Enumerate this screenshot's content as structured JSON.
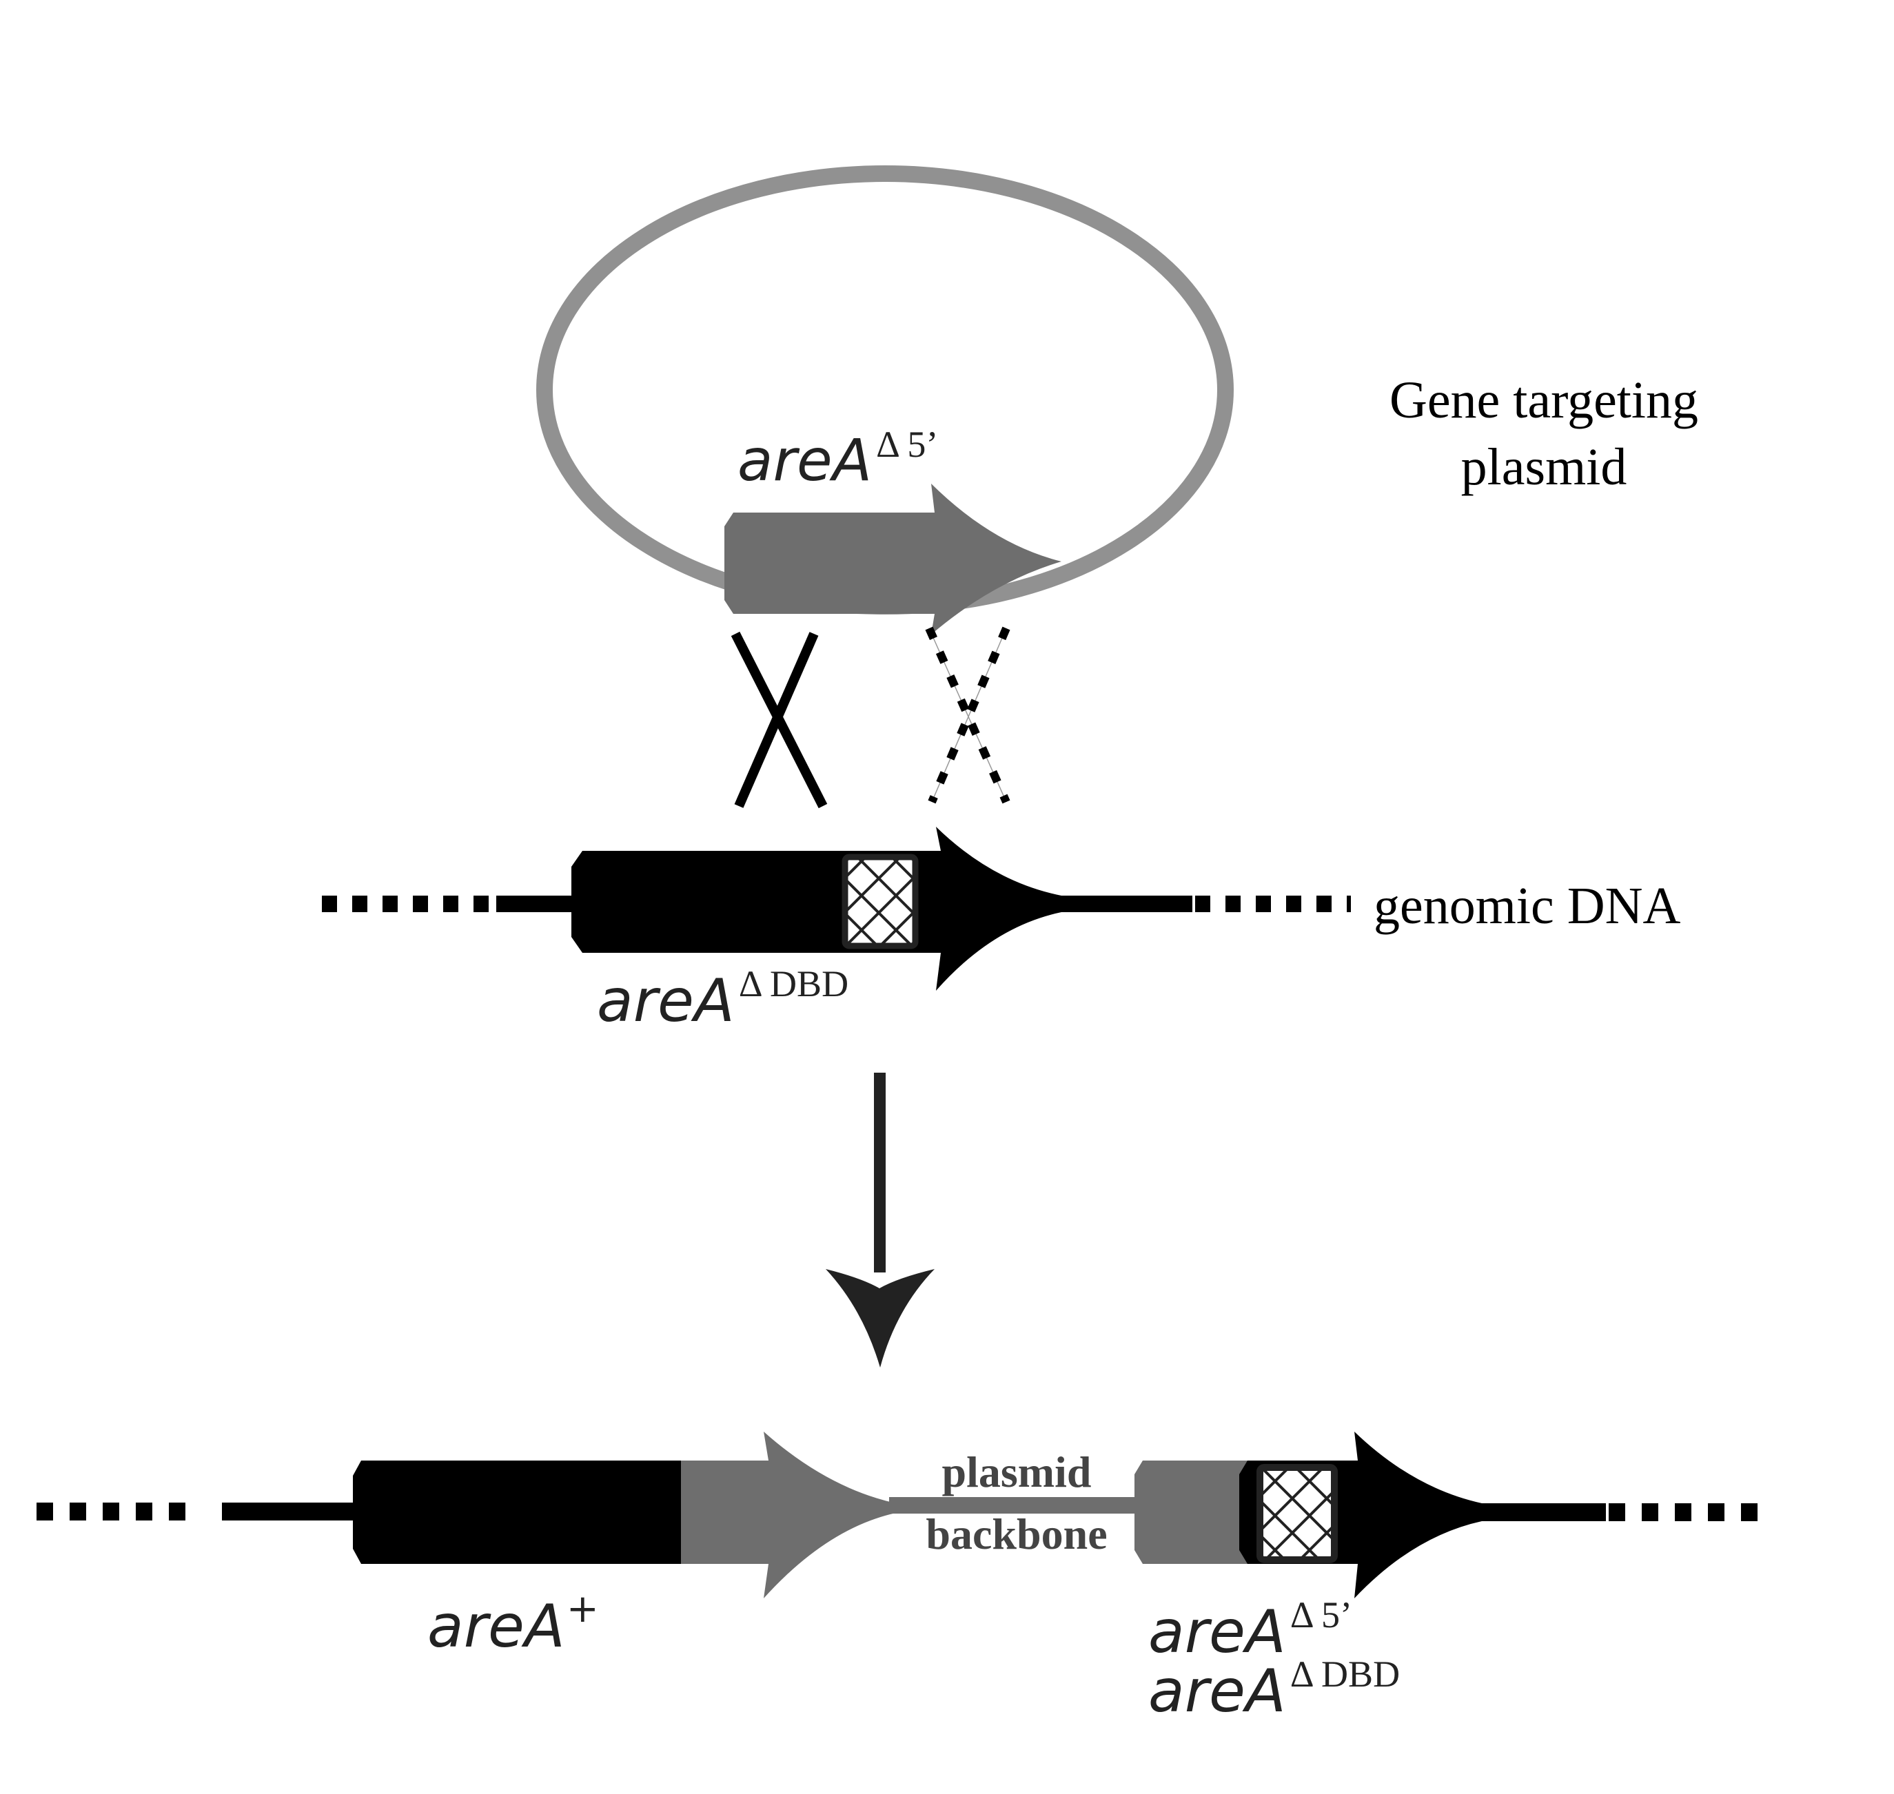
{
  "title": "Gene targeting by plasmid integration at areA locus",
  "labels": {
    "plasmid_title_line1": "Gene targeting",
    "plasmid_title_line2": "plasmid",
    "plasmid_gene": {
      "base": "areA",
      "sup": "Δ 5’"
    },
    "genomic_dna": "genomic DNA",
    "genomic_gene": {
      "base": "areA",
      "sup": "Δ DBD"
    },
    "backbone_line1": "plasmid",
    "backbone_line2": "backbone",
    "result_left_gene": {
      "base": "areA",
      "sup": "+"
    },
    "result_right_gene_1": {
      "base": "areA",
      "sup": "Δ 5’"
    },
    "result_right_gene_2": {
      "base": "areA",
      "sup": "Δ DBD"
    }
  },
  "colors": {
    "plasmid_ring": "#919191",
    "plasmid_gene": "#6e6e6e",
    "genomic": "#000000",
    "hatch_border": "#222222",
    "process_arrow": "#222222",
    "backbone_text": "#444444",
    "label_text": "#222222"
  },
  "elements": {
    "crossover_left": "solid",
    "crossover_right": "dashed",
    "hatched_region": "DNA-binding domain deletion marker"
  }
}
